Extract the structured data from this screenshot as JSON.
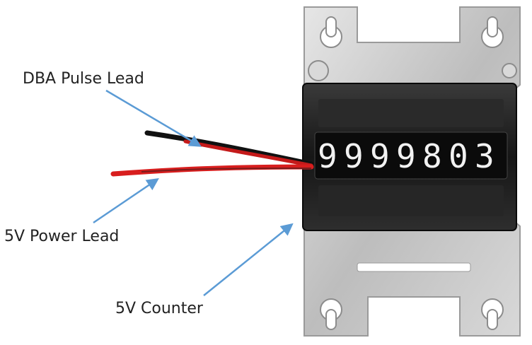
{
  "labels": {
    "dba_pulse_lead": "DBA Pulse Lead",
    "power_lead": "5V Power Lead",
    "counter": "5V Counter"
  },
  "counter_display": {
    "digits": [
      "9",
      "9",
      "9",
      "9",
      "8",
      "0",
      "3"
    ]
  },
  "colors": {
    "arrow": "#5b9bd5",
    "plate": "#c9c9c9",
    "counter_body": "#1c1c1c",
    "wire_red": "#d81e1e",
    "wire_black": "#111111"
  }
}
